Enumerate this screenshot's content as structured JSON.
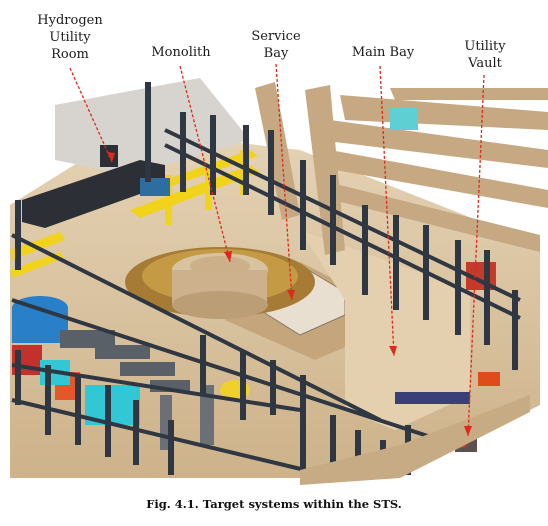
{
  "labels": {
    "hydrogen_line1": "Hydrogen",
    "hydrogen_line2": "Utility",
    "hydrogen_line3": "Room",
    "monolith": "Monolith",
    "service_line1": "Service",
    "service_line2": "Bay",
    "main_bay": "Main Bay",
    "utility_line1": "Utility",
    "utility_line2": "Vault"
  },
  "caption": "Fig. 4.1. Target systems within the STS.",
  "colors": {
    "floor": "#d9c2a0",
    "wall": "#c9ad85",
    "steel": "#2f3742",
    "yellow_frame": "#f2d31b",
    "pointer": "#e0281e",
    "blue": "#2a7fc9",
    "cyan": "#31c7d4",
    "orange": "#e2582a",
    "red": "#c4302b"
  }
}
